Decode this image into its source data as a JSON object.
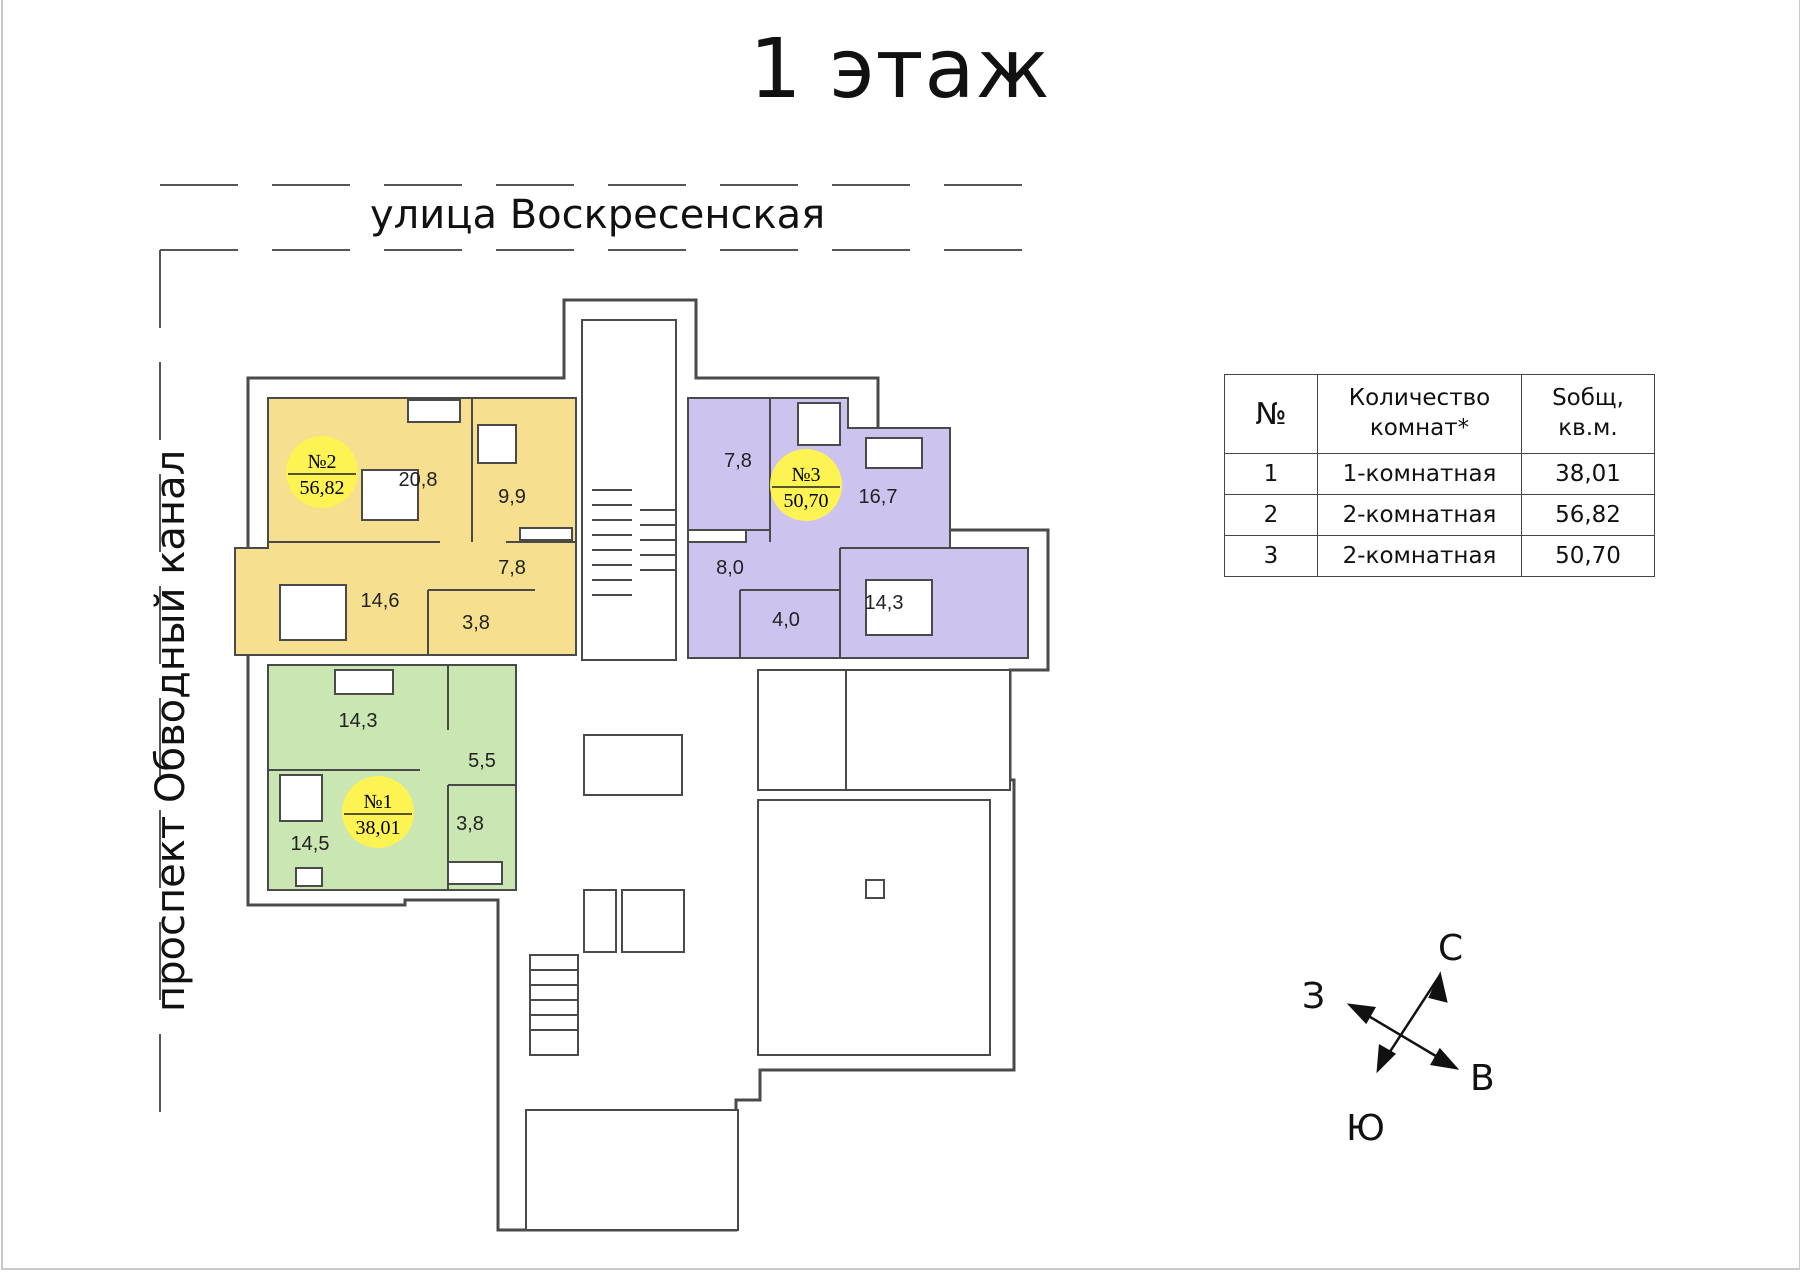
{
  "title": "1 этаж",
  "streets": {
    "north": "улица Воскресенская",
    "west": "проспект Обводный канал"
  },
  "colors": {
    "apt1": "#c9e6b3",
    "apt2": "#f6df8e",
    "apt3": "#cdc3ef",
    "badge": "#fdf352",
    "wall": "#4a4a4a"
  },
  "apartments": [
    {
      "id": "apt1",
      "number": "№1",
      "area": "38,01"
    },
    {
      "id": "apt2",
      "number": "№2",
      "area": "56,82"
    },
    {
      "id": "apt3",
      "number": "№3",
      "area": "50,70"
    }
  ],
  "rooms": {
    "apt2_living": "20,8",
    "apt2_kitchen": "9,9",
    "apt2_hall": "7,8",
    "apt2_bedroom": "14,6",
    "apt2_bath": "3,8",
    "apt3_kitchen": "7,8",
    "apt3_living": "16,7",
    "apt3_hall": "8,0",
    "apt3_bath": "4,0",
    "apt3_bedroom": "14,3",
    "apt1_room": "14,3",
    "apt1_hall": "5,5",
    "apt1_bath": "3,8",
    "apt1_kitchen": "14,5"
  },
  "legend": {
    "headers": [
      "№",
      "Количество комнат*",
      "Sобщ, кв.м."
    ],
    "rows": [
      [
        "1",
        "1-комнатная",
        "38,01"
      ],
      [
        "2",
        "2-комнатная",
        "56,82"
      ],
      [
        "3",
        "2-комнатная",
        "50,70"
      ]
    ]
  },
  "compass": {
    "north": "С",
    "south": "Ю",
    "east": "В",
    "west": "З"
  }
}
